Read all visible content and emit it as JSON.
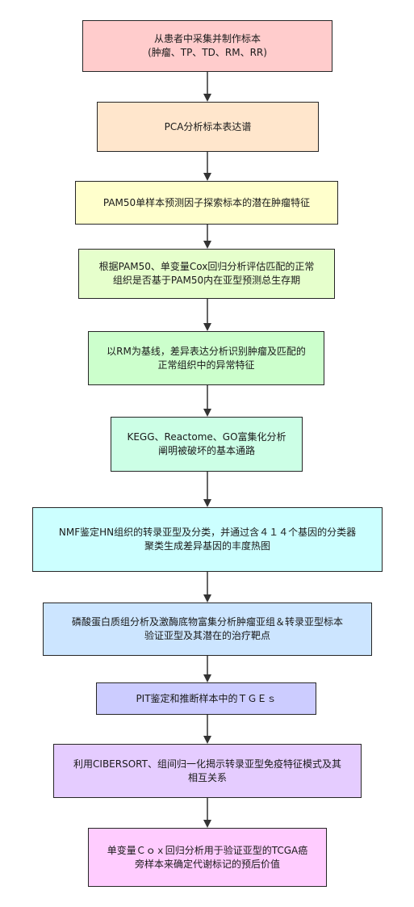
{
  "steps": [
    {
      "lines": [
        "从患者中采集并制作标本",
        "(肿瘤、TP、TD、RM、RR)"
      ],
      "fill": "#ffcccc"
    },
    {
      "lines": [
        "PCA分析标本表达谱"
      ],
      "fill": "#ffe6cc"
    },
    {
      "lines": [
        "PAM50单样本预测因子探索标本的潜在肿瘤特征"
      ],
      "fill": "#ffffcc"
    },
    {
      "lines": [
        "根据PAM50、单变量Cox回归分析评估匹配的正常",
        "组织是否基于PAM50内在亚型预测总生存期"
      ],
      "fill": "#e6ffcc"
    },
    {
      "lines": [
        "以RM为基线，差异表达分析识别肿瘤及匹配的",
        "正常组织中的异常特征"
      ],
      "fill": "#ccffcc"
    },
    {
      "lines": [
        "KEGG、Reactome、GO富集化分析",
        "阐明被破坏的基本通路"
      ],
      "fill": "#ccffe6"
    },
    {
      "lines": [
        "NMF鉴定HN组织的转录亚型及分类，并通过含４１４个基因的分类器",
        "聚类生成差异基因的丰度热图"
      ],
      "fill": "#ccffff"
    },
    {
      "lines": [
        "磷酸蛋白质组分析及激酶底物富集分析肿瘤亚组＆转录亚型标本",
        "验证亚型及其潜在的治疗靶点"
      ],
      "fill": "#cce5ff"
    },
    {
      "lines": [
        "PIT鉴定和推断样本中的ＴＧＥｓ"
      ],
      "fill": "#ccccff"
    },
    {
      "lines": [
        "利用CIBERSORT、组间归一化揭示转录亚型免疫特征模式及其",
        "相互关系"
      ],
      "fill": "#e5ccff"
    },
    {
      "lines": [
        "单变量Ｃｏｘ回归分析用于验证亚型的TCGA癌",
        "旁样本来确定代谢标记的预后价值"
      ],
      "fill": "#ffccff"
    }
  ]
}
